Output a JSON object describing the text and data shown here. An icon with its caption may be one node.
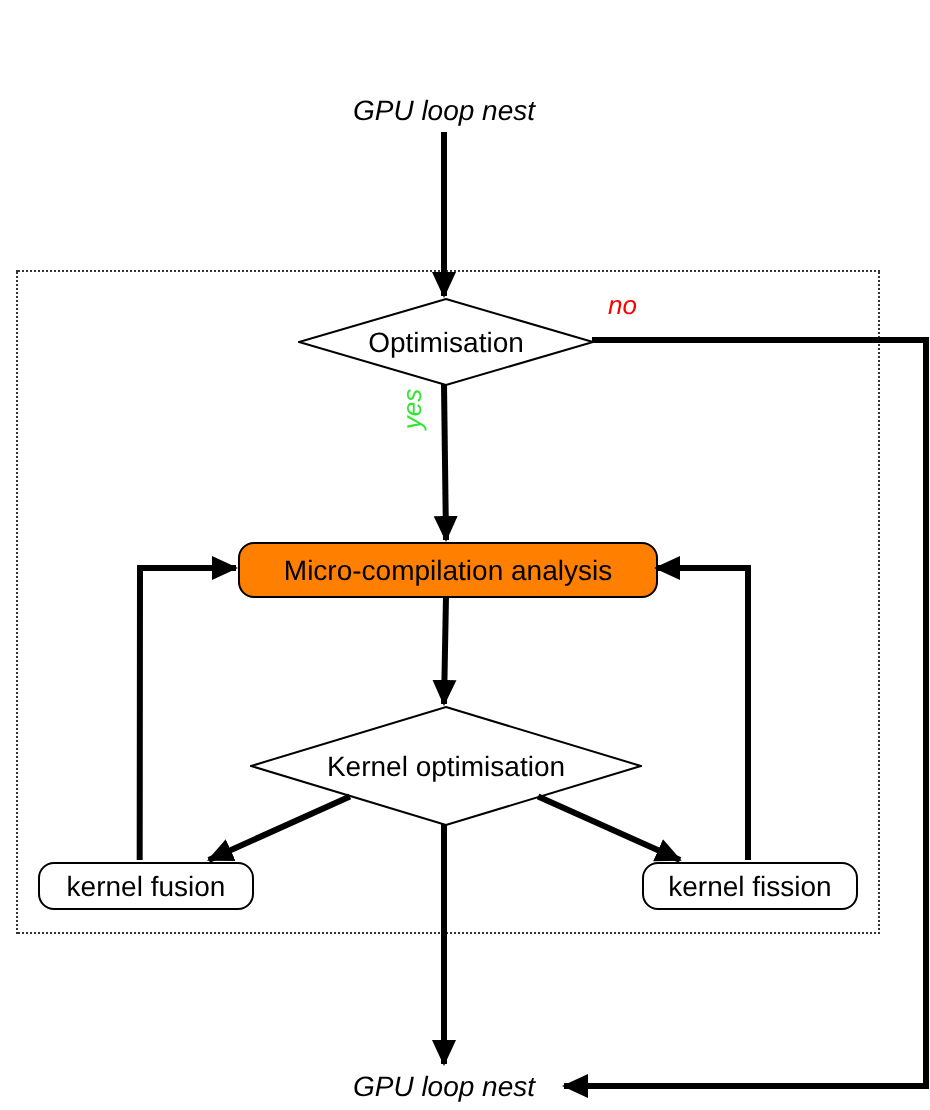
{
  "diagram": {
    "nodes": [
      {
        "text": [
          "GPU loop nest"
        ]
      },
      {
        "text": [],
        "shape": "box"
      },
      {
        "text": [
          "Optimisation"
        ],
        "in": 1
      },
      {
        "text": [
          "Micro-compilation analysis"
        ],
        "in": 1
      },
      {
        "text": [
          "Kernel optimisation"
        ],
        "in": 1
      },
      {
        "text": [
          "kernel fusion"
        ],
        "in": 1
      },
      {
        "text": [
          "kernel fission"
        ],
        "in": 1
      },
      {
        "text": [
          "GPU loop nest"
        ]
      }
    ],
    "edges": [
      {
        "from": 0,
        "to": 2,
        "arrow": "to"
      },
      {
        "from": 2,
        "to": 3,
        "arrow": "to",
        "label": "yes"
      },
      {
        "from": 2,
        "to": 7,
        "arrow": "to",
        "label": "no"
      },
      {
        "from": 3,
        "to": 4,
        "arrow": "to"
      },
      {
        "from": 4,
        "to": 5,
        "arrow": "to"
      },
      {
        "from": 4,
        "to": 6,
        "arrow": "to"
      },
      {
        "from": 5,
        "to": 3,
        "arrow": "to"
      },
      {
        "from": 6,
        "to": 3,
        "arrow": "to"
      },
      {
        "from": 4,
        "to": 7,
        "arrow": "to"
      }
    ]
  }
}
